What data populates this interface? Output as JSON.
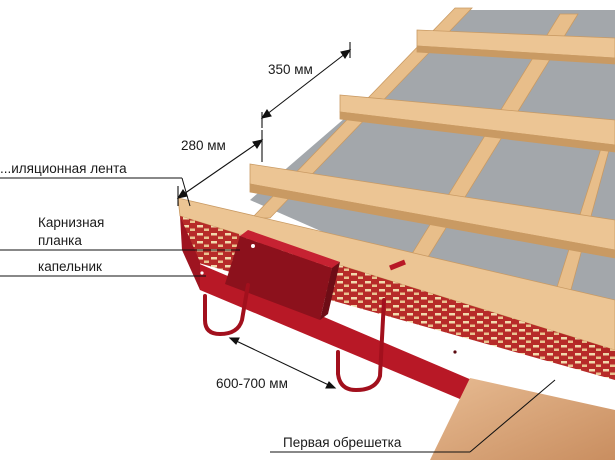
{
  "labels": {
    "dim_350": "350 мм",
    "dim_280": "280 мм",
    "ventilation_tape": "...иляционная лента",
    "eaves_plank_line1": "Карнизная",
    "eaves_plank_line2": "планка",
    "drip_edge": "капельник",
    "bracket_spacing": "600-700 мм",
    "first_batten": "Первая обрешетка"
  },
  "colors": {
    "wood": "#ecc594",
    "wood_edge": "#c99a63",
    "membrane": "#a3a7ab",
    "metal": "#b81826",
    "metal_dark": "#7e0f1a",
    "copper": "#d9a77a"
  }
}
